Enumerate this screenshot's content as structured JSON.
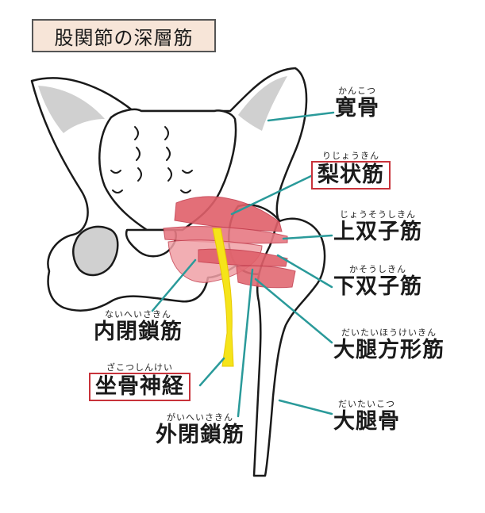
{
  "title": "股関節の深層筋",
  "labels": {
    "kankotsu": {
      "ruby": "かんこつ",
      "name": "寛骨"
    },
    "rijokin": {
      "ruby": "りじょうきん",
      "name": "梨状筋"
    },
    "jososhikin": {
      "ruby": "じょうそうしきん",
      "name": "上双子筋"
    },
    "kasoshikin": {
      "ruby": "かそうしきん",
      "name": "下双子筋"
    },
    "naiheisakin": {
      "ruby": "ないへいさきん",
      "name": "内閉鎖筋"
    },
    "daitaihokeikin": {
      "ruby": "だいたいほうけいきん",
      "name": "大腿方形筋"
    },
    "zakotsushinkei": {
      "ruby": "ざこつしんけい",
      "name": "坐骨神経"
    },
    "daitaikotsu": {
      "ruby": "だいたいこつ",
      "name": "大腿骨"
    },
    "gaiheisakin": {
      "ruby": "がいへいさきん",
      "name": "外閉鎖筋"
    }
  },
  "colors": {
    "bone_fill": "#ffffff",
    "bone_shade": "#d0d0d0",
    "muscle": "#e0606a",
    "muscle_light": "#f3b7bc",
    "nerve": "#f5e41a",
    "leader": "#2a9a9a",
    "highlight_border": "#c8323a",
    "title_bg": "#f7e5d8"
  }
}
